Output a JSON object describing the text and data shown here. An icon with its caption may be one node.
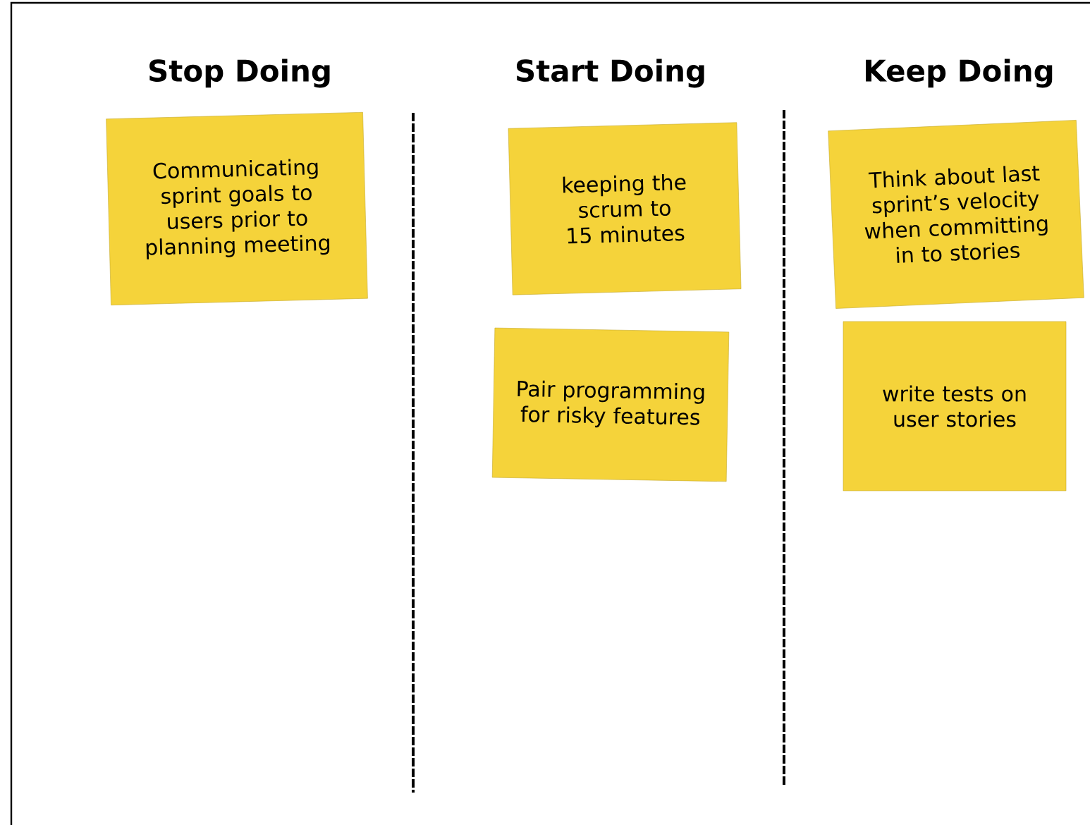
{
  "diagram": {
    "nodes": [
      {
        "text": [
          "Communicating sprint goals to users prior to planning meeting"
        ]
      },
      {
        "text": [
          "keeping the scrum to 15 minutes"
        ]
      },
      {
        "text": [
          "Pair programming for risky features"
        ]
      },
      {
        "text": [
          "Think about last sprint’s velocity when committing in to stories"
        ]
      },
      {
        "text": [
          "write tests on user stories"
        ]
      }
    ],
    "labels": [
      "Stop Doing",
      "Start Doing",
      "Keep Doing"
    ]
  }
}
